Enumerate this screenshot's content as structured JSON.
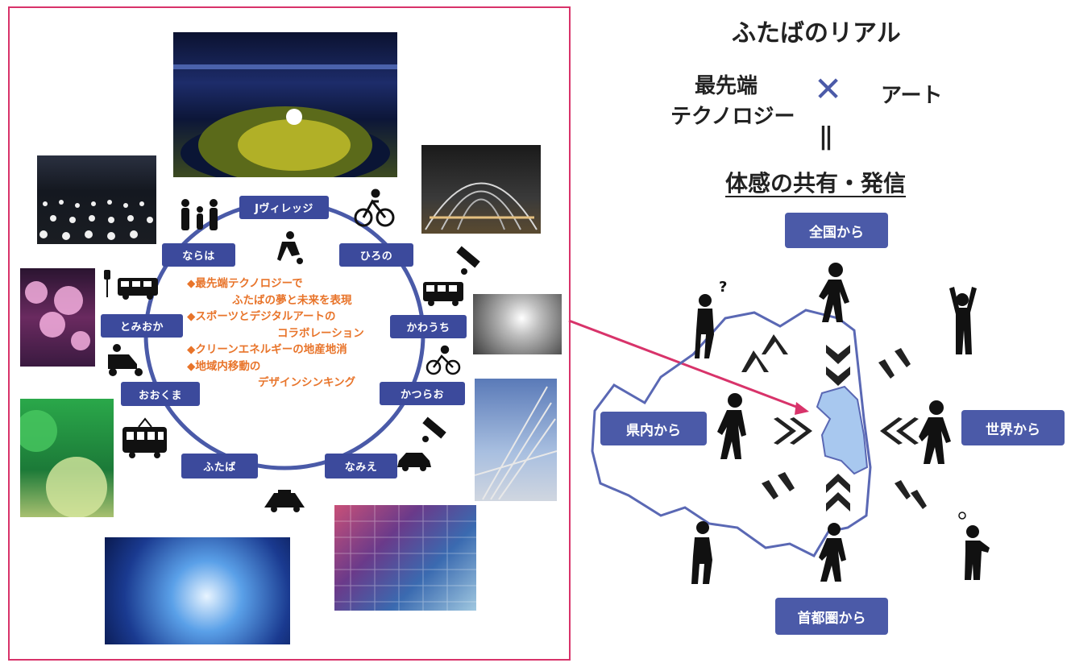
{
  "stations": [
    "Jヴィレッジ",
    "ひろの",
    "かわうち",
    "かつらお",
    "なみえ",
    "ふたば",
    "おおくま",
    "とみおか",
    "ならは"
  ],
  "bullets": [
    "◆最先端テクノロジーで",
    "ふたばの夢と未来を表現",
    "◆スポーツとデジタルアートの",
    "コラボレーション",
    "◆クリーンエネルギーの地産地消",
    "◆地域内移動の",
    "デザインシンキング"
  ],
  "right": {
    "title": "ふたばのリアル",
    "tech_line1": "最先端",
    "tech_line2": "テクノロジー",
    "cross": "✕",
    "art": "アート",
    "equals": "||",
    "result": "体感の共有・発信",
    "from_nation": "全国から",
    "from_pref": "県内から",
    "from_world": "世界から",
    "from_capital": "首都圏から"
  },
  "icons": [
    "family-icon",
    "bicycle-icon",
    "soccer-player-icon",
    "satellite-icon",
    "bus-icon",
    "bus-stop-icon",
    "cyclist-icon",
    "scooter-icon",
    "train-icon",
    "car-icon",
    "taxi-icon",
    "walking-person-icon",
    "questioning-person-icon",
    "cheering-person-icon",
    "map-arrow-icon"
  ],
  "colors": {
    "frame": "#d8336a",
    "pill": "#3c4a9c",
    "bullet": "#e8742a",
    "ring": "#4a5aa8",
    "area_fill": "#a8c8ef"
  }
}
